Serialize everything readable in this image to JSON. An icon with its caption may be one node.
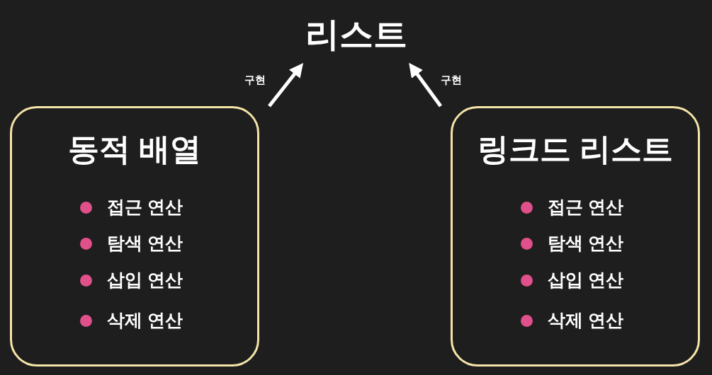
{
  "diagram": {
    "nodes": [
      {
        "text": [
          "리스트"
        ]
      },
      {
        "text": [
          "동적 배열",
          "접근 연산",
          "탐색 연산",
          "삽입 연산",
          "삭제 연산"
        ]
      },
      {
        "text": [
          "링크드 리스트",
          "접근 연산",
          "탐색 연산",
          "삽입 연산",
          "삭제 연산"
        ]
      }
    ],
    "edges": [
      {
        "from": 1,
        "to": 0,
        "arrow": "to",
        "label": "구현"
      },
      {
        "from": 2,
        "to": 0,
        "arrow": "to",
        "label": "구현"
      }
    ]
  }
}
